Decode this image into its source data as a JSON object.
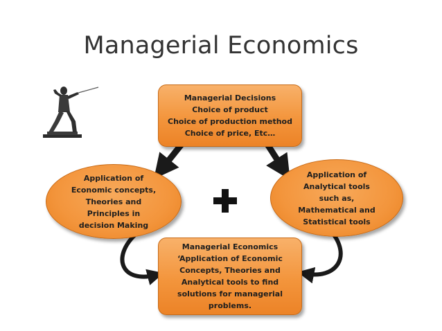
{
  "title": "Managerial Economics",
  "decisions_box": {
    "lines": [
      "Managerial Decisions",
      "Choice of product",
      "Choice of production method",
      "Choice of price, Etc…"
    ]
  },
  "economic_concepts_ellipse": {
    "lines": [
      "Application of",
      "Economic concepts,",
      "Theories and",
      "Principles in",
      "decision Making"
    ]
  },
  "analytical_tools_ellipse": {
    "lines": [
      "Application of",
      "Analytical tools",
      "such as,",
      "Mathematical and",
      "Statistical tools"
    ]
  },
  "result_box": {
    "lines": [
      "Managerial Economics",
      "‘Application of Economic",
      "Concepts, Theories and",
      "Analytical tools to find",
      "solutions for managerial",
      "problems."
    ]
  },
  "colors": {
    "box_fill": "#f3953c",
    "box_border": "#c86a16",
    "arrow": "#1a1a1a",
    "title": "#333333"
  },
  "icons": [
    "fencer-icon",
    "plus-icon",
    "arrow-icon"
  ]
}
